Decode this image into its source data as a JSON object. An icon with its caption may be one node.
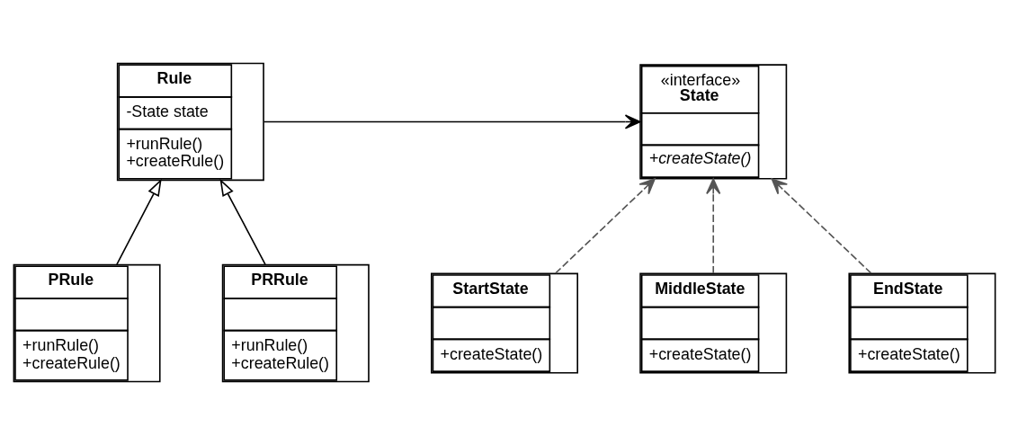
{
  "diagram": {
    "nodes": [
      {
        "text": [
          "Rule",
          "-State state",
          "+runRule()",
          "+createRule()"
        ]
      },
      {
        "text": [
          "«interface»",
          "State",
          "+createState()"
        ]
      },
      {
        "text": [
          "PRule",
          "+runRule()",
          "+createRule()"
        ]
      },
      {
        "text": [
          "PRRule",
          "+runRule()",
          "+createRule()"
        ]
      },
      {
        "text": [
          "StartState",
          "+createState()"
        ]
      },
      {
        "text": [
          "MiddleState",
          "+createState()"
        ]
      },
      {
        "text": [
          "EndState",
          "+createState()"
        ]
      }
    ],
    "edges": [
      {
        "from": 0,
        "to": 1,
        "arrow": "to"
      },
      {
        "from": 2,
        "to": 0,
        "arrow": "to"
      },
      {
        "from": 3,
        "to": 0,
        "arrow": "to"
      },
      {
        "from": 4,
        "to": 1,
        "arrow": "to",
        "style": "dashed",
        "color": "#555555"
      },
      {
        "from": 5,
        "to": 1,
        "arrow": "to",
        "style": "dashed",
        "color": "#555555"
      },
      {
        "from": 6,
        "to": 1,
        "arrow": "to",
        "style": "dashed",
        "color": "#555555"
      }
    ]
  }
}
